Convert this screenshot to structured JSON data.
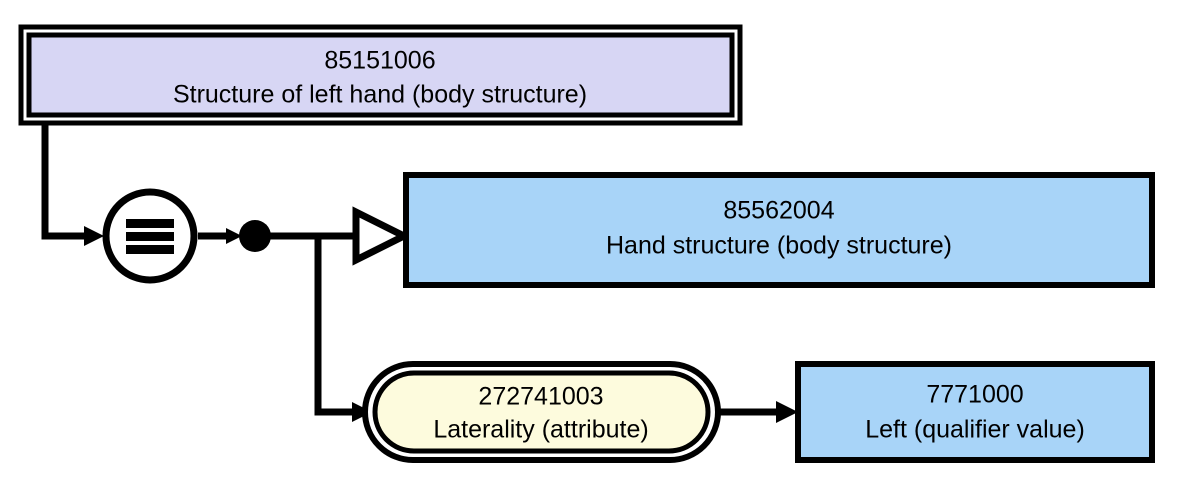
{
  "diagram": {
    "type": "snomed-concept-definition",
    "title": "",
    "background_color": "#ffffff",
    "line_color": "#000000",
    "text_color": "#000000",
    "nodes": {
      "focus_concept": {
        "role": "defined-concept",
        "code": "85151006",
        "term": "Structure of left hand (body structure)",
        "shape": "double-rectangle",
        "fill_color": "#d7d6f4",
        "border_color": "#000000"
      },
      "parent_concept": {
        "role": "is-a-parent",
        "code": "85562004",
        "term": "Hand structure (body structure)",
        "shape": "rectangle",
        "fill_color": "#a8d4f8",
        "border_color": "#000000"
      },
      "attribute": {
        "role": "attribute",
        "code": "272741003",
        "term": "Laterality (attribute)",
        "shape": "double-rounded-stadium",
        "fill_color": "#fdfbdd",
        "border_color": "#000000"
      },
      "attribute_value": {
        "role": "attribute-value",
        "code": "7771000",
        "term": "Left (qualifier value)",
        "shape": "rectangle",
        "fill_color": "#a8d4f8",
        "border_color": "#000000"
      }
    },
    "connectors": {
      "definition_status": {
        "symbol": "equivalent-to",
        "glyph": "≡",
        "meaning": "sufficiently defined",
        "shape": "circle"
      },
      "conjunction": {
        "symbol": "conjunction-node",
        "shape": "filled-circle"
      },
      "is_a_relationship": {
        "arrowhead": "hollow-triangle"
      },
      "attribute_relationship": {
        "arrowhead": "solid-arrow"
      }
    }
  }
}
